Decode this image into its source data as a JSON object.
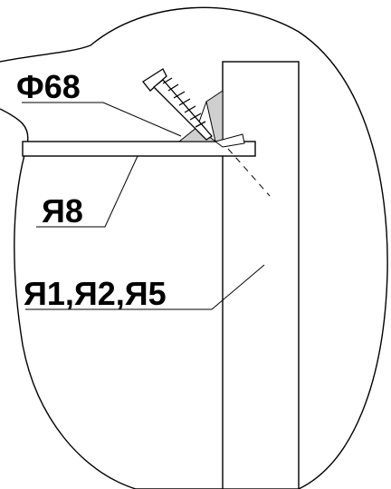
{
  "labels": {
    "fastener": "Ф68",
    "shelf": "Я8",
    "panels": "Я1,Я2,Я5"
  },
  "colors": {
    "line": "#000000",
    "wedge_fill": "#cfcfcf",
    "background": "#ffffff"
  }
}
